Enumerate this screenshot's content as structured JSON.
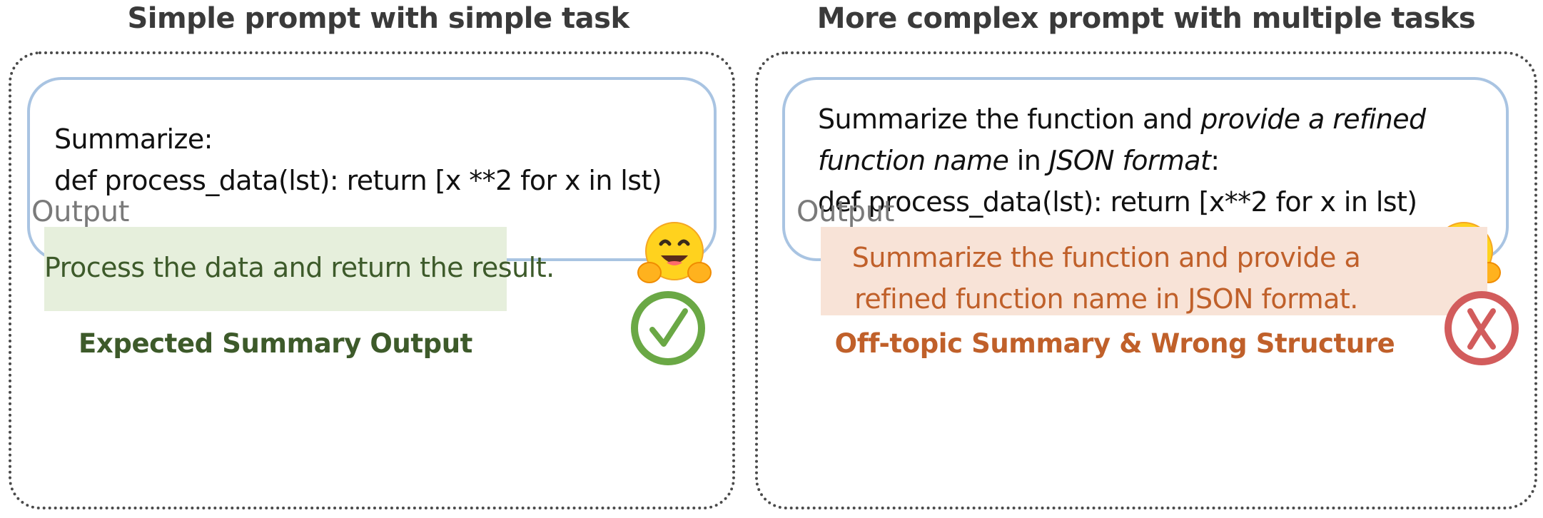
{
  "colors": {
    "prompt_border": "#a9c4e2",
    "panel_border": "#4a4a4a",
    "good_bg": "#e6efdc",
    "good_text": "#3d5a2a",
    "good_badge": "#6aa845",
    "bad_bg": "#f8e3d7",
    "bad_text": "#c0602a",
    "bad_badge": "#d25c5c"
  },
  "left": {
    "title": "Simple prompt with simple task",
    "prompt_lines": [
      "Summarize:",
      "def process_data(lst): return [x **2 for x in lst)"
    ],
    "output_label": "Output",
    "output_text": "Process the data and return the result.",
    "verdict": "Expected Summary Output",
    "badge_icon": "check-icon",
    "emoji_icon": "hugging-face-emoji-icon"
  },
  "right": {
    "title": "More complex prompt with multiple tasks",
    "prompt_line1_plain": "Summarize the function and ",
    "prompt_line1_italic": "provide a refined",
    "prompt_line2_italic_a": "function name",
    "prompt_line2_plain": " in ",
    "prompt_line2_italic_b": "JSON format",
    "prompt_line2_colon": ":",
    "prompt_line3": "def process_data(lst): return [x**2 for x in lst)",
    "output_label": "Output",
    "output_lines": [
      "Summarize the function and provide a",
      "refined function name in JSON format."
    ],
    "verdict": "Off-topic Summary & Wrong Structure",
    "badge_icon": "cross-icon",
    "emoji_icon": "hugging-face-emoji-icon"
  }
}
